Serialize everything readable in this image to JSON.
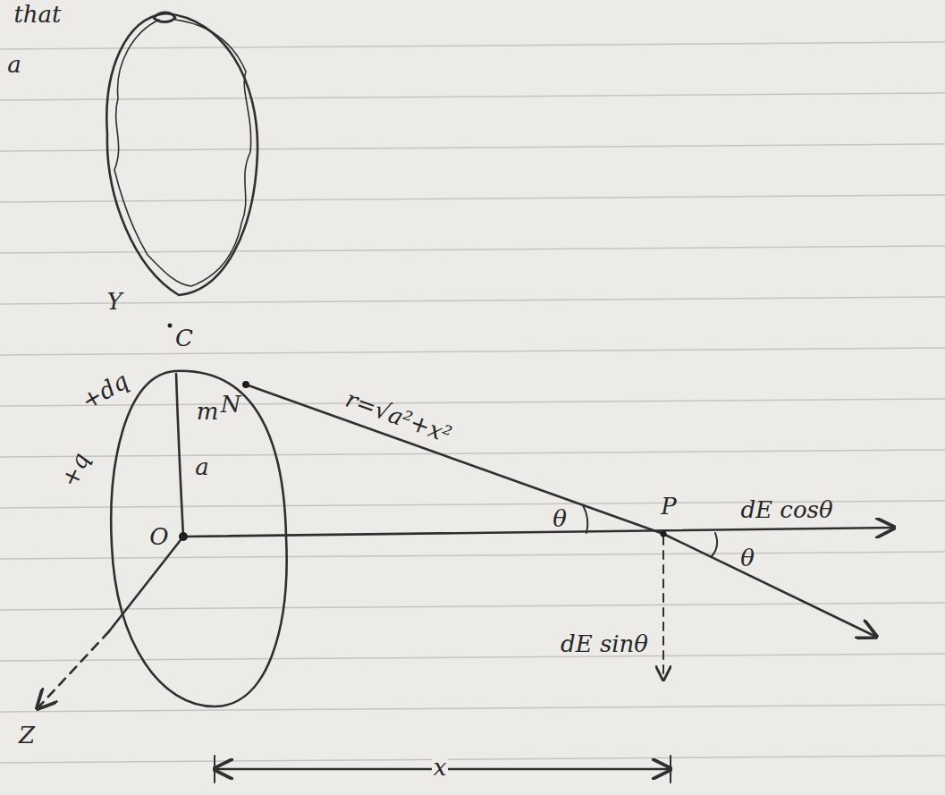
{
  "diagram": {
    "labels": [
      "that",
      "a",
      "Y",
      "C",
      "+dq",
      "m",
      "+q",
      "a",
      "O",
      "N",
      "r=√a²+x²",
      "θ",
      "P",
      "dE cosθ",
      "θ",
      "dE sinθ",
      "Z",
      "x"
    ]
  }
}
